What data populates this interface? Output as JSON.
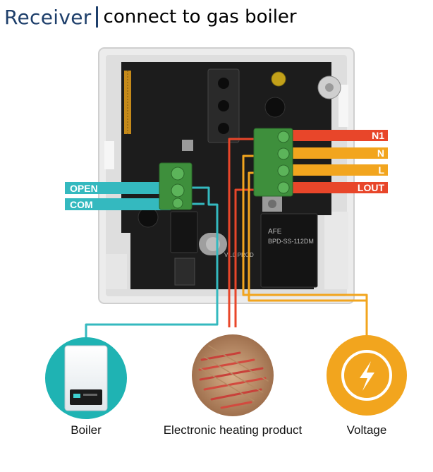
{
  "header": {
    "title": "Receiver",
    "subtitle": "connect to gas boiler"
  },
  "terminals": {
    "left": [
      "OPEN",
      "COM"
    ],
    "right": [
      "N1",
      "N",
      "L",
      "LOUT"
    ]
  },
  "components": {
    "relay_brand": "AFE",
    "relay_model": "BPD-SS-112DM",
    "board_mark": "V1.0 PROD"
  },
  "devices": [
    {
      "label": "Boiler",
      "icon": "boiler-icon"
    },
    {
      "label": "Electronic heating product",
      "icon": "heating-floor-icon"
    },
    {
      "label": "Voltage",
      "icon": "lightning-bolt-icon"
    }
  ],
  "colors": {
    "teal": "#34b9bf",
    "orange": "#f2a51e",
    "red": "#e8462a",
    "header_blue": "#1e3f6b",
    "board": "#1c1c1c",
    "terminal_green": "#3e8f3c"
  }
}
